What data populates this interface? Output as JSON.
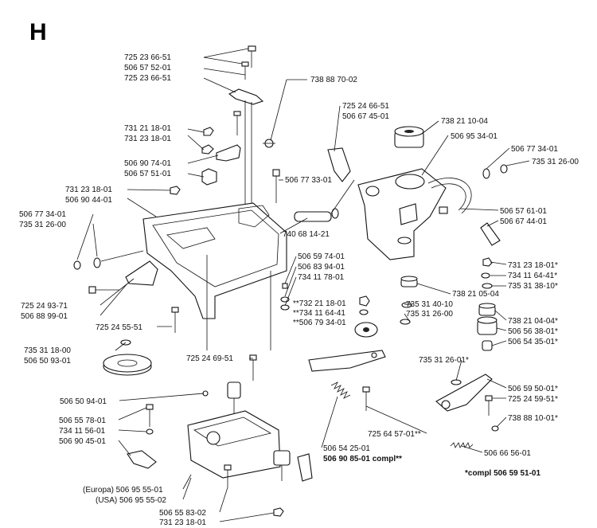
{
  "page_letter": "H",
  "labels": {
    "l01": "725 23 66-51",
    "l02": "506 57 52-01",
    "l03": "725 23 66-51",
    "l04": "738 88 70-02",
    "l05": "725 24 66-51",
    "l06": "506 67 45-01",
    "l07": "738 21 10-04",
    "l08": "731 21 18-01",
    "l09": "731 23 18-01",
    "l10": "506 95 34-01",
    "l11": "506 77 34-01",
    "l12": "735 31 26-00",
    "l13": "506 90 74-01",
    "l14": "506 57 51-01",
    "l15": "506 77 33-01",
    "l16": "731 23 18-01",
    "l17": "506 90 44-01",
    "l18": "506 57 61-01",
    "l19": "506 67 44-01",
    "l20": "506 77 34-01",
    "l21": "735 31 26-00",
    "l22": "740 68 14-21",
    "l23": "506 59 74-01",
    "l24": "506 83 94-01",
    "l25": "731 23 18-01*",
    "l26": "734 11 78-01",
    "l27": "734 11 64-41*",
    "l28": "735 31 38-10*",
    "l29": "738 21 05-04",
    "l30": "**732 21 18-01",
    "l31": "735 31 40-10",
    "l32": "**734 11 64-41",
    "l33": "735 31 26-00",
    "l34": "725 24 93-71",
    "l35": "**506 79 34-01",
    "l36": "738 21 04-04*",
    "l37": "506 88 99-01",
    "l38": "506 56 38-01*",
    "l39": "725 24 55-51",
    "l40": "506 54 35-01*",
    "l41": "735 31 18-00",
    "l42": "725 24 69-51",
    "l43": "506 50 93-01",
    "l44": "735 31 26-01*",
    "l45": "506 59 50-01*",
    "l46": "725 24 59-51*",
    "l47": "506 50 94-01",
    "l48": "738 88 10-01*",
    "l49": "506 55 78-01",
    "l50": "725 64 57-01**",
    "l51": "734 11 56-01",
    "l52": "506 90 45-01",
    "l53": "506 66 56-01",
    "l54": "506 54 25-01",
    "l55": "506 90 85-01 compl**",
    "l56": "*compl 506 59 51-01",
    "l57": "(Europa) 506 95 55-01",
    "l58": "(USA) 506 95 55-02",
    "l59": "506 55 83-02",
    "l60": "731 23 18-01"
  }
}
